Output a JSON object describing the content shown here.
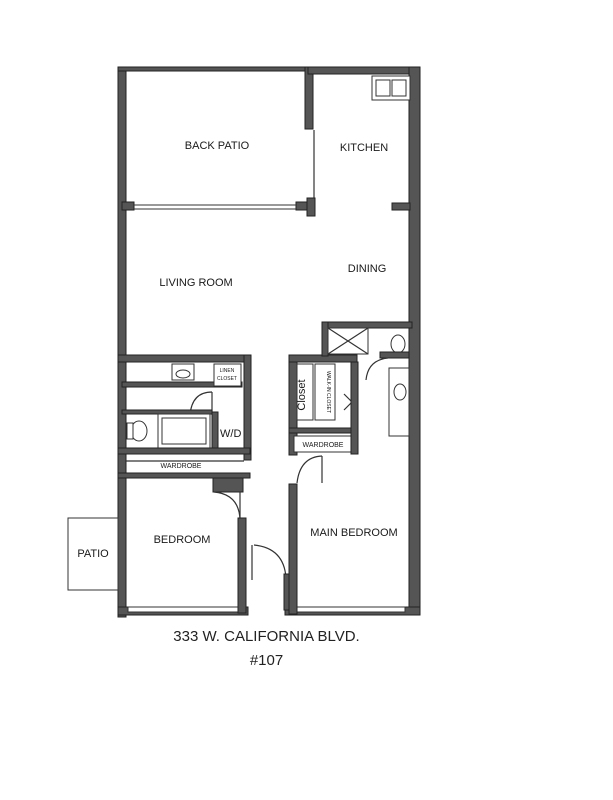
{
  "rooms": {
    "back_patio": "BACK PATIO",
    "kitchen": "KITCHEN",
    "living_room": "LIVING ROOM",
    "dining": "DINING",
    "linen_closet_line1": "LINEN",
    "linen_closet_line2": "CLOSET",
    "wd": "W/D",
    "wardrobe_bedroom": "WARDROBE",
    "closet": "Closet",
    "walk_in_closet": "WALK-IN CLOSET",
    "wardrobe_main": "WARDROBE",
    "bedroom": "BEDROOM",
    "main_bedroom": "MAIN BEDROOM",
    "patio": "PATIO"
  },
  "caption": {
    "address": "333 W. CALIFORNIA BLVD.",
    "unit": "#107"
  }
}
